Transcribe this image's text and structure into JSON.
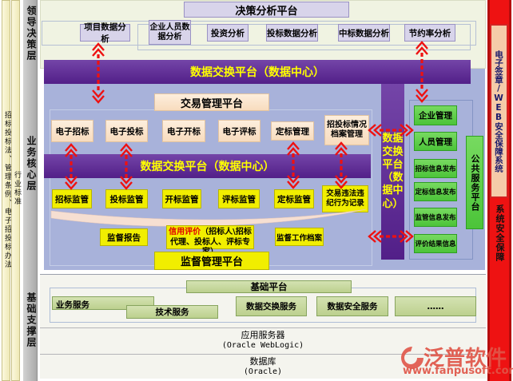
{
  "left_rails": {
    "regulations": "招标投标法、管理条例、电子招投标办法",
    "industry_standard": "行业标准",
    "layers": [
      "领导决策层",
      "业务核心层",
      "基础支撑层"
    ]
  },
  "decision_layer": {
    "title": "决策分析平台",
    "boxes": [
      "项目数据分析",
      "企业人员数据分析",
      "投资分析",
      "投标数据分析",
      "中标数据分析",
      "节约率分析"
    ]
  },
  "exchange": {
    "bar_top": "数据交换平台（数据中心）",
    "bar_mid": "数据交换平台（数据中心）",
    "bar_vertical": "数据交换平台（数据中心）"
  },
  "trade_layer": {
    "title": "交易管理平台",
    "boxes": [
      "电子招标",
      "电子投标",
      "电子开标",
      "电子评标",
      "定标管理",
      "招投标情况档案管理"
    ]
  },
  "supervision_layer": {
    "boxes": [
      "招标监管",
      "投标监管",
      "开标监管",
      "评标监管",
      "定标监管",
      "交易违法违纪行为记录"
    ],
    "report": "监督报告",
    "credit_highlight": "信用评价",
    "credit_rest": "（招标人\\招标代理、投标人、评标专家）",
    "work_archive": "监督工作档案",
    "platform": "监督管理平台"
  },
  "public_service": {
    "boxes": [
      "企业管理",
      "人员管理",
      "招标信息发布",
      "定标信息发布",
      "监管信息发布",
      "评价结果信息"
    ],
    "vertical_label": "公共服务平台"
  },
  "base_layer": {
    "title": "基础平台",
    "services": [
      "业务服务",
      "技术服务",
      "数据交换服务",
      "数据安全服务",
      "……"
    ],
    "app_server": "应用服务器",
    "app_server_detail": "(Oracle WebLogic)",
    "database": "数据库",
    "database_detail": "(Oracle)"
  },
  "security_rail": {
    "signature": "电子签章/WEB安全保障系统",
    "system": "系统安全保障"
  },
  "watermark": {
    "brand": "泛普软件",
    "site": "www.fanpusoft.com"
  },
  "colors": {
    "purple_bar": "#5a2b90",
    "bar_text": "#ffff00",
    "blue_band": "#a8b2da",
    "cream_band": "#f0f3e2",
    "yellow_box": "#f1ee00",
    "green_box": "#5fcf4b",
    "red_rail": "#ee1212",
    "arrow_red": "#ee1111",
    "watermark_red": "#e05548"
  }
}
